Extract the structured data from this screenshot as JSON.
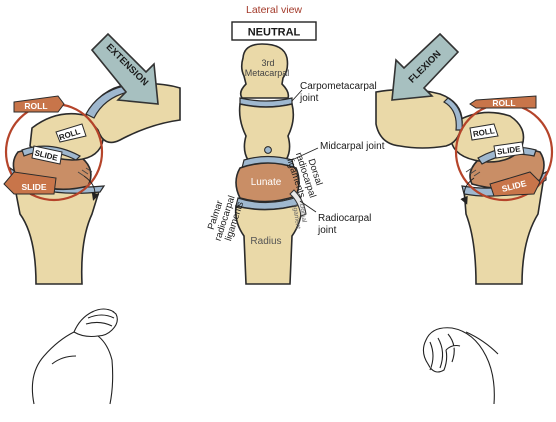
{
  "title": "Lateral view",
  "center": {
    "neutral": "NEUTRAL",
    "metacarpal_line1": "3rd",
    "metacarpal_line2": "Metacarpal",
    "cmc_line1": "Carpometacarpal",
    "cmc_line2": "joint",
    "midcarpal": "Midcarpal joint",
    "lunate": "Lunate",
    "radius": "Radius",
    "dorsal_lig": [
      "Dorsal",
      "radiocarpal",
      "ligaments"
    ],
    "palmar_lig": [
      "Palmar",
      "radiocarpal",
      "ligaments"
    ],
    "disc_lig": [
      "Dorsal",
      "ligament"
    ],
    "radiocarpal_line1": "Radiocarpal",
    "radiocarpal_line2": "joint"
  },
  "left": {
    "arrow": "EXTENSION",
    "roll_outer": "ROLL",
    "roll_inner": "ROLL",
    "slide_inner": "SLIDE",
    "slide_outer": "SLIDE"
  },
  "right": {
    "arrow": "FLEXION",
    "roll_outer": "ROLL",
    "roll_inner": "ROLL",
    "slide_inner": "SLIDE",
    "slide_outer": "SLIDE"
  },
  "colors": {
    "bone": "#ead9a8",
    "cartilage": "#9fb8cf",
    "lunate": "#c98e66",
    "arrow": "#a7c0c0",
    "roll_circle": "#b5442a",
    "title": "#a33a2a"
  }
}
